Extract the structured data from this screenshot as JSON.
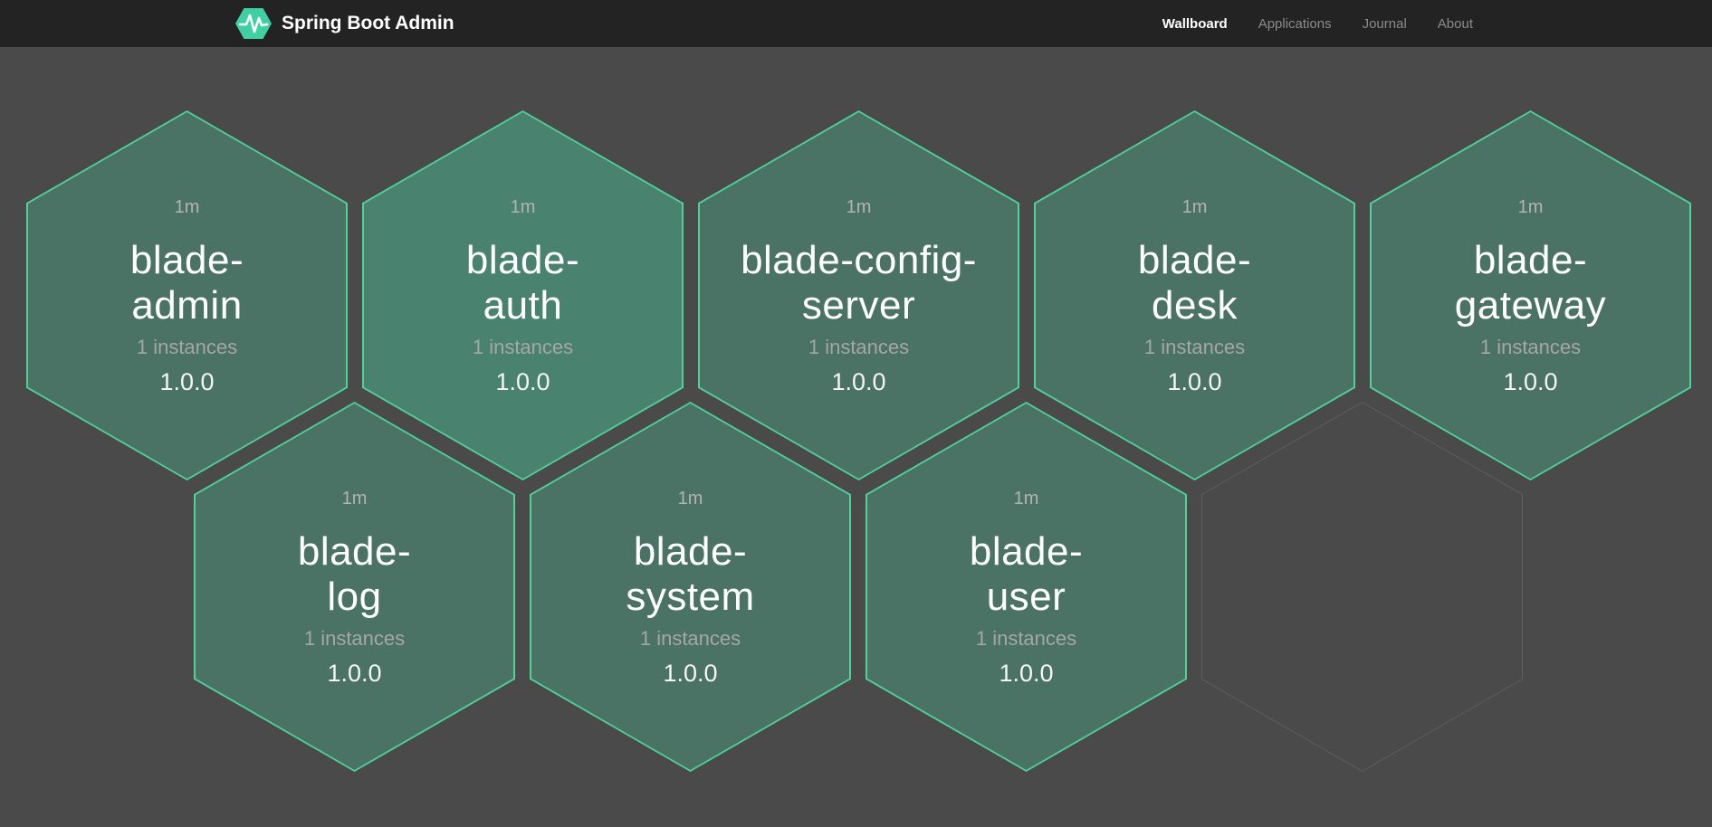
{
  "header": {
    "title": "Spring Boot Admin",
    "nav": [
      {
        "label": "Wallboard",
        "active": true
      },
      {
        "label": "Applications",
        "active": false
      },
      {
        "label": "Journal",
        "active": false
      },
      {
        "label": "About",
        "active": false
      }
    ],
    "logo_icon": "pulse-hexagon-icon"
  },
  "colors": {
    "navbar_bg": "#232323",
    "page_bg": "#4a4a4a",
    "brand_green": "#3ed0a0",
    "hex_border": "#4ed39c",
    "hex_fill": "#4a7365",
    "hex_fill_bright": "#4a8270",
    "empty_border": "#5f5f5f",
    "nav_inactive": "#8b8b8b",
    "text_gray": "#a6a6a6",
    "text_gray_light": "#b3b3b3"
  },
  "wallboard": {
    "apps": [
      {
        "name": "blade-admin",
        "lines": [
          "blade-",
          "admin"
        ],
        "time": "1m",
        "instances": "1 instances",
        "version": "1.0.0",
        "style": "--fill:#4a7365"
      },
      {
        "name": "blade-auth",
        "lines": [
          "blade-",
          "auth"
        ],
        "time": "1m",
        "instances": "1 instances",
        "version": "1.0.0",
        "style": "--fill:#4a8270"
      },
      {
        "name": "blade-config-server",
        "lines": [
          "blade-config-",
          "server"
        ],
        "time": "1m",
        "instances": "1 instances",
        "version": "1.0.0",
        "style": "--fill:#4a7365"
      },
      {
        "name": "blade-desk",
        "lines": [
          "blade-",
          "desk"
        ],
        "time": "1m",
        "instances": "1 instances",
        "version": "1.0.0",
        "style": "--fill:#4a7365"
      },
      {
        "name": "blade-gateway",
        "lines": [
          "blade-",
          "gateway"
        ],
        "time": "1m",
        "instances": "1 instances",
        "version": "1.0.0",
        "style": "--fill:#4a7365"
      },
      {
        "name": "blade-log",
        "lines": [
          "blade-",
          "log"
        ],
        "time": "1m",
        "instances": "1 instances",
        "version": "1.0.0",
        "style": "--fill:#4a7365"
      },
      {
        "name": "blade-system",
        "lines": [
          "blade-",
          "system"
        ],
        "time": "1m",
        "instances": "1 instances",
        "version": "1.0.0",
        "style": "--fill:#4a7365"
      },
      {
        "name": "blade-user",
        "lines": [
          "blade-",
          "user"
        ],
        "time": "1m",
        "instances": "1 instances",
        "version": "1.0.0",
        "style": "--fill:#4a7365"
      }
    ],
    "empty_slots": 1
  }
}
